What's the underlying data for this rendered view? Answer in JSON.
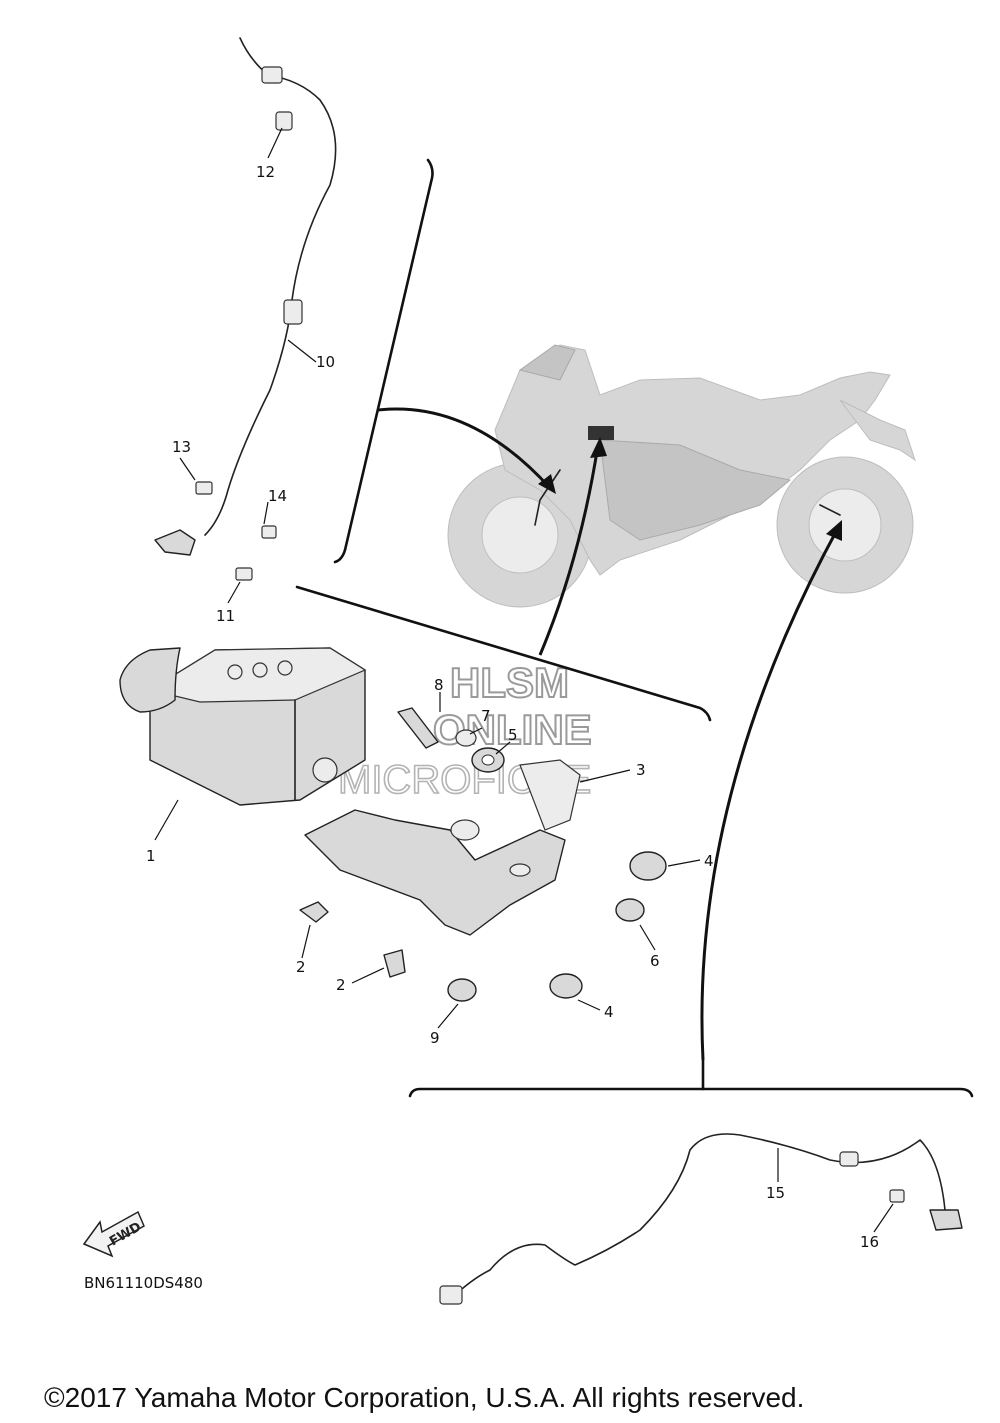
{
  "diagram": {
    "code": "BN61110DS480",
    "fwd_label": "FWD",
    "copyright": "©2017 Yamaha Motor Corporation, U.S.A. All rights reserved.",
    "watermark": {
      "line1": "HLSM",
      "line2": "ONLINE",
      "line3": "MICROFICHE"
    },
    "callouts": {
      "c1": "1",
      "c2a": "2",
      "c2b": "2",
      "c3": "3",
      "c4a": "4",
      "c4b": "4",
      "c5": "5",
      "c6": "6",
      "c7": "7",
      "c8": "8",
      "c9": "9",
      "c10": "10",
      "c11": "11",
      "c12": "12",
      "c13": "13",
      "c14": "14",
      "c15": "15",
      "c16": "16"
    }
  }
}
